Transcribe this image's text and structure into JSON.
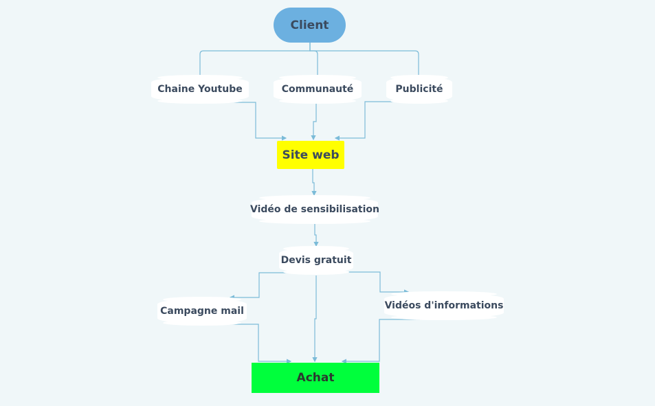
{
  "diagram": {
    "nodes": {
      "client": "Client",
      "youtube": "Chaine Youtube",
      "communaute": "Communauté",
      "publicite": "Publicité",
      "site_web": "Site web",
      "video_sensibilisation": "Vidéo de sensibilisation",
      "devis_gratuit": "Devis gratuit",
      "campagne_mail": "Campagne mail",
      "videos_informations": "Vidéos d'informations",
      "achat": "Achat"
    },
    "edges": [
      [
        "client",
        "youtube"
      ],
      [
        "client",
        "communaute"
      ],
      [
        "client",
        "publicite"
      ],
      [
        "youtube",
        "site_web"
      ],
      [
        "communaute",
        "site_web"
      ],
      [
        "publicite",
        "site_web"
      ],
      [
        "site_web",
        "video_sensibilisation"
      ],
      [
        "video_sensibilisation",
        "devis_gratuit"
      ],
      [
        "devis_gratuit",
        "campagne_mail"
      ],
      [
        "devis_gratuit",
        "videos_informations"
      ],
      [
        "devis_gratuit",
        "achat"
      ],
      [
        "campagne_mail",
        "achat"
      ],
      [
        "videos_informations",
        "achat"
      ]
    ],
    "colors": {
      "background": "#f0f7f9",
      "client": "#6cb0e0",
      "site_web": "#ffff00",
      "achat": "#00ff3c",
      "connector": "#7bbbd8",
      "text": "#3b4a5e"
    }
  }
}
